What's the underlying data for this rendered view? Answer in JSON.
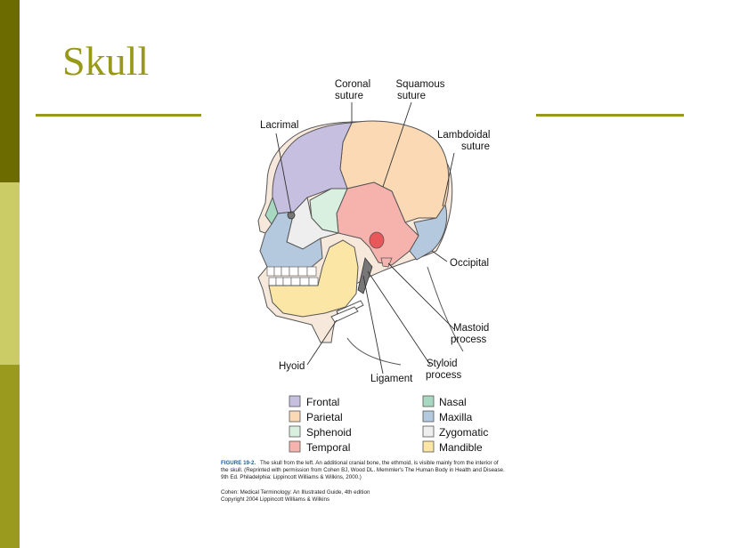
{
  "slide": {
    "title": "Skull"
  },
  "figure": {
    "labels": {
      "coronal_suture": [
        "Coronal",
        "suture"
      ],
      "squamous_suture": [
        "Squamous",
        "suture"
      ],
      "lacrimal": "Lacrimal",
      "lambdoidal_suture": [
        "Lambdoidal",
        "suture"
      ],
      "occipital": "Occipital",
      "mastoid_process": [
        "Mastoid",
        "process"
      ],
      "styloid_process": [
        "Styloid",
        "process"
      ],
      "hyoid": "Hyoid",
      "ligament": "Ligament"
    },
    "legend": [
      {
        "label": "Frontal",
        "color": "#c7bfe0"
      },
      {
        "label": "Parietal",
        "color": "#fbd9b4"
      },
      {
        "label": "Sphenoid",
        "color": "#d9efe0"
      },
      {
        "label": "Temporal",
        "color": "#f6b3ae"
      },
      {
        "label": "Nasal",
        "color": "#a9d8c2"
      },
      {
        "label": "Maxilla",
        "color": "#b5c9de"
      },
      {
        "label": "Zygomatic",
        "color": "#eeeeee"
      },
      {
        "label": "Mandible",
        "color": "#fbe6a6"
      }
    ],
    "caption": {
      "figure_number": "FIGURE 19-2.",
      "line1": "The skull from the left. An additional cranial bone, the ethmoid, is visible mainly from the interior of",
      "line2": "the skull. (Reprinted with permission from Cohen BJ, Wood DL. Memmler's The Human Body in Health and Disease.",
      "line3": "9th Ed. Philadelphia: Lippincott Williams & Wilkins, 2000.)",
      "credit1": "Cohen: Medical Terminology: An Illustrated Guide, 4th edition",
      "credit2": "Copyright 2004 Lippincott Williams & Wilkins"
    }
  }
}
